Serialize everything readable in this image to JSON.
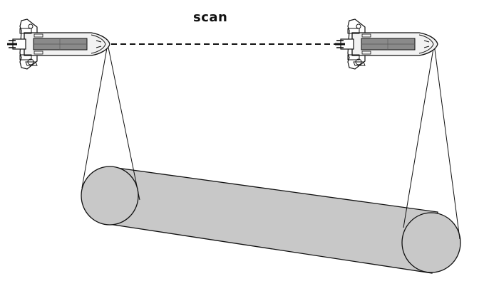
{
  "diagram": {
    "label": "scan",
    "colors": {
      "cylinder_fill": "#c8c8c8",
      "stroke": "#111111",
      "bay": "#8a8a8a"
    },
    "elements": [
      "shuttle-left",
      "shuttle-right",
      "scan-path",
      "beam-left",
      "beam-right",
      "scanned-cylinder"
    ]
  }
}
